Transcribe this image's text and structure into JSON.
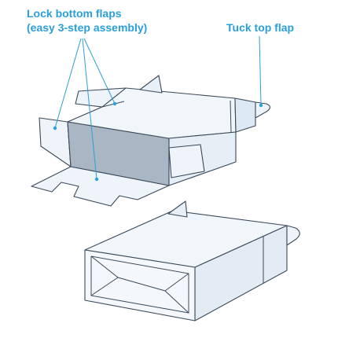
{
  "callouts": {
    "lock_line1": "Lock bottom flaps",
    "lock_line2": "(easy 3-step assembly)",
    "tuck": "Tuck top flap"
  },
  "colors": {
    "callout": "#2a9fd8",
    "panel_light": "#eef4fa",
    "panel_mid": "#dce8f3",
    "panel_dark": "#c9d7e4",
    "interior_shadow": "#a7b4c1",
    "outline": "#3b4a5a"
  }
}
